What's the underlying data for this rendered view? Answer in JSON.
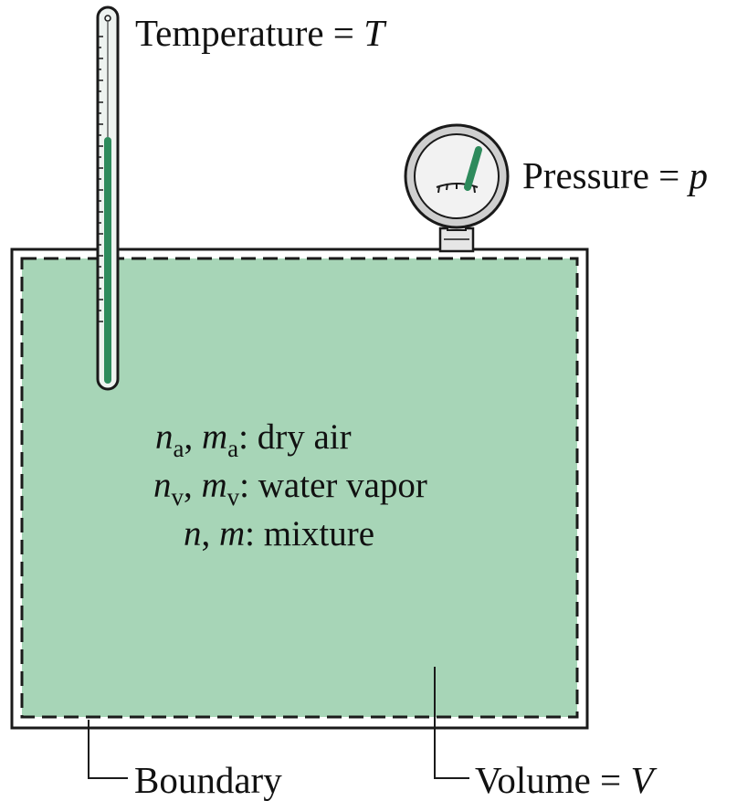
{
  "colors": {
    "fluid": "#a7d5b7",
    "thermo_fluid": "#2e8b5c",
    "outline": "#1a1a1a",
    "gauge_face": "#f2f2f2"
  },
  "labels": {
    "temperature": {
      "text": "Temperature = ",
      "symbol": "T"
    },
    "pressure": {
      "text": "Pressure = ",
      "symbol": "p"
    },
    "boundary": "Boundary",
    "volume": {
      "text": "Volume = ",
      "symbol": "V"
    }
  },
  "mixture_lines": [
    {
      "n": "n",
      "n_sub": "a",
      "m": "m",
      "m_sub": "a",
      "desc": ": dry air"
    },
    {
      "n": "n",
      "n_sub": "v",
      "m": "m",
      "m_sub": "v",
      "desc": ": water vapor"
    },
    {
      "n": "n",
      "m": "m",
      "desc": ": mixture"
    }
  ]
}
